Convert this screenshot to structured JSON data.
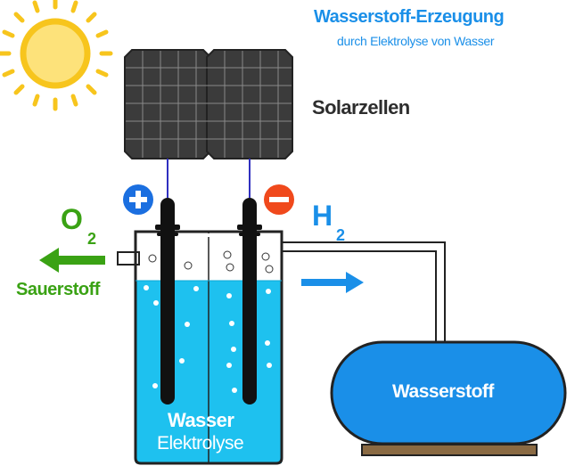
{
  "title": "Wasserstoff-Erzeugung",
  "subtitle": "durch Elektrolyse von Wasser",
  "solar_label": "Solarzellen",
  "oxygen": {
    "symbol": "O",
    "subscript": "2",
    "label": "Sauerstoff",
    "color": "#3aa214"
  },
  "hydrogen": {
    "symbol": "H",
    "subscript": "2",
    "color": "#1a8fe8"
  },
  "tank_label": "Wasserstoff",
  "vessel": {
    "line1": "Wasser",
    "line2": "Elektrolyse",
    "water_color": "#1ec1ef"
  },
  "electrodes": {
    "positive": "+",
    "negative": "−",
    "positive_color": "#1b6fe0",
    "negative_color": "#f0491c"
  },
  "sun_color": "#f7c51d",
  "icons": [
    "sun-icon",
    "solar-panel-icon",
    "plus-sign-icon",
    "minus-sign-icon",
    "arrow-left-icon",
    "arrow-right-icon"
  ]
}
